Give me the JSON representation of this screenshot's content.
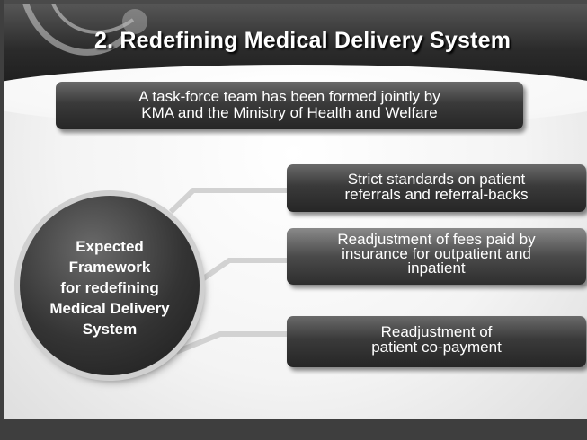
{
  "slide": {
    "title": "2. Redefining Medical Delivery System",
    "intro": {
      "line1": "A task-force team has been formed jointly by",
      "line2": "KMA  and the Ministry of Health and Welfare"
    },
    "center": {
      "lines": [
        "Expected",
        "Framework",
        "for redefining",
        "Medical Delivery",
        "System"
      ]
    },
    "items": [
      {
        "lines": [
          "Strict standards on patient",
          "referrals and referral-backs"
        ]
      },
      {
        "lines": [
          "Readjustment of fees paid by",
          "insurance for outpatient and",
          "inpatient"
        ]
      },
      {
        "lines": [
          "Readjustment of",
          "patient co-payment"
        ]
      }
    ]
  },
  "colors": {
    "header": "#2b2b2b",
    "box": "#3a3a3a",
    "text": "#ffffff",
    "footer": "#3e3e3e"
  },
  "icons": [
    "stethoscope-decoration"
  ]
}
